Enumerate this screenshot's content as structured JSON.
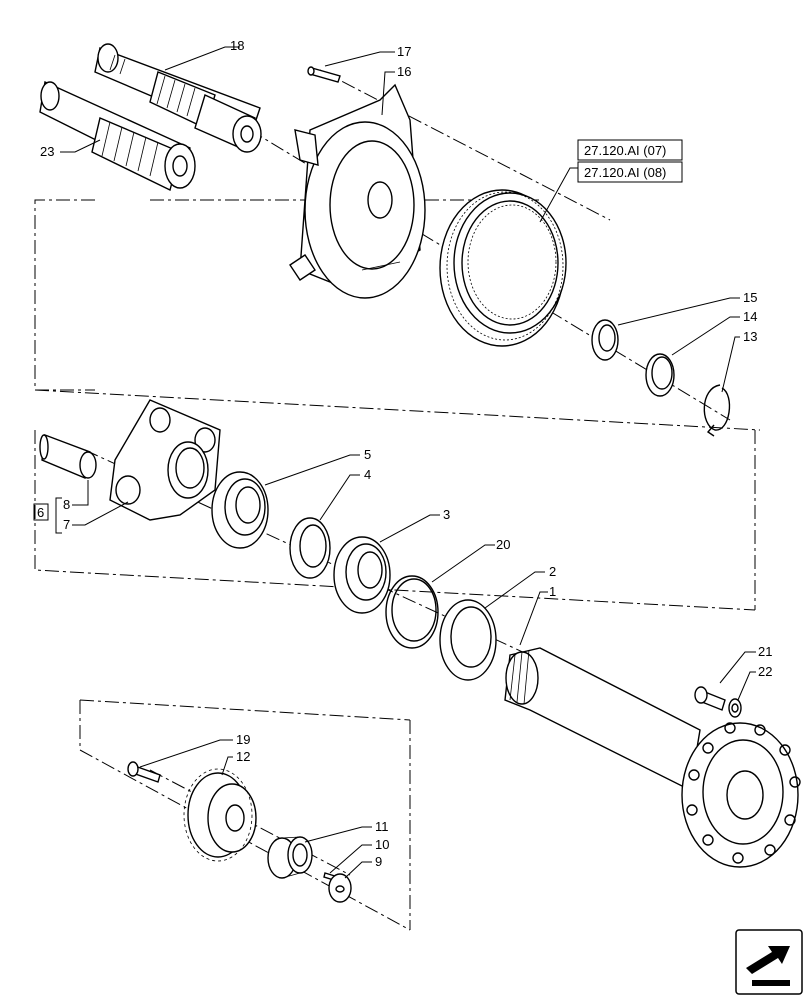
{
  "callouts": {
    "c1": "1",
    "c2": "2",
    "c3": "3",
    "c4": "4",
    "c5": "5",
    "c6": "6",
    "c7": "7",
    "c8": "8",
    "c9": "9",
    "c10": "10",
    "c11": "11",
    "c12": "12",
    "c13": "13",
    "c14": "14",
    "c15": "15",
    "c16": "16",
    "c17": "17",
    "c18": "18",
    "c19": "19",
    "c20": "20",
    "c21": "21",
    "c22": "22",
    "c23": "23"
  },
  "references": {
    "ref1": "27.120.AI (07)",
    "ref2": "27.120.AI (08)"
  },
  "icons": {
    "nav": "page-navigation-arrow-icon"
  }
}
